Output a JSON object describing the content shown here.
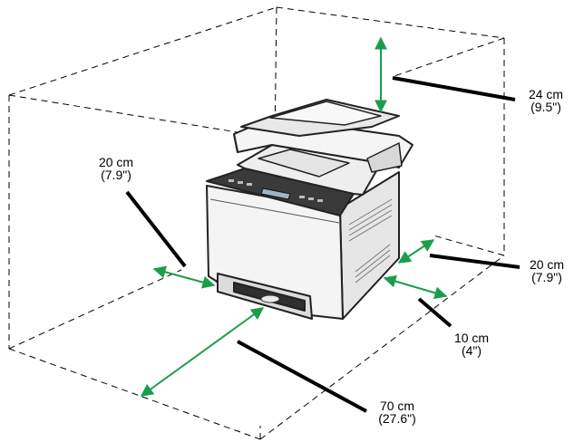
{
  "colors": {
    "arrow": "#1a9e4b",
    "leader": "#000000",
    "dashed": "#000000",
    "printer_body": "#f2f2f2",
    "printer_dark": "#3a3a3a"
  },
  "clearances": {
    "top": {
      "metric": "24 cm",
      "imperial": "(9.5\")"
    },
    "left": {
      "metric": "20 cm",
      "imperial": "(7.9\")"
    },
    "right": {
      "metric": "20 cm",
      "imperial": "(7.9\")"
    },
    "rear": {
      "metric": "10 cm",
      "imperial": "(4\")"
    },
    "front": {
      "metric": "70 cm",
      "imperial": "(27.6\")"
    }
  }
}
